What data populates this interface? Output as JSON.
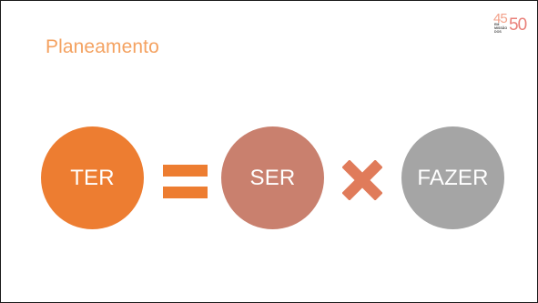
{
  "slide": {
    "title": "Planeamento"
  },
  "logo": {
    "number_top": "45",
    "number_bottom": "50",
    "text": "em missão dos"
  },
  "equation": {
    "terms": [
      "TER",
      "SER",
      "FAZER"
    ],
    "operators": [
      "equals-icon",
      "times-icon"
    ]
  },
  "colors": {
    "title": "#F4A261",
    "ter": "#ED7D31",
    "ser": "#C9806E",
    "fazer": "#A5A5A5",
    "equals": "#ED7D31",
    "times": "#E07B5A"
  }
}
